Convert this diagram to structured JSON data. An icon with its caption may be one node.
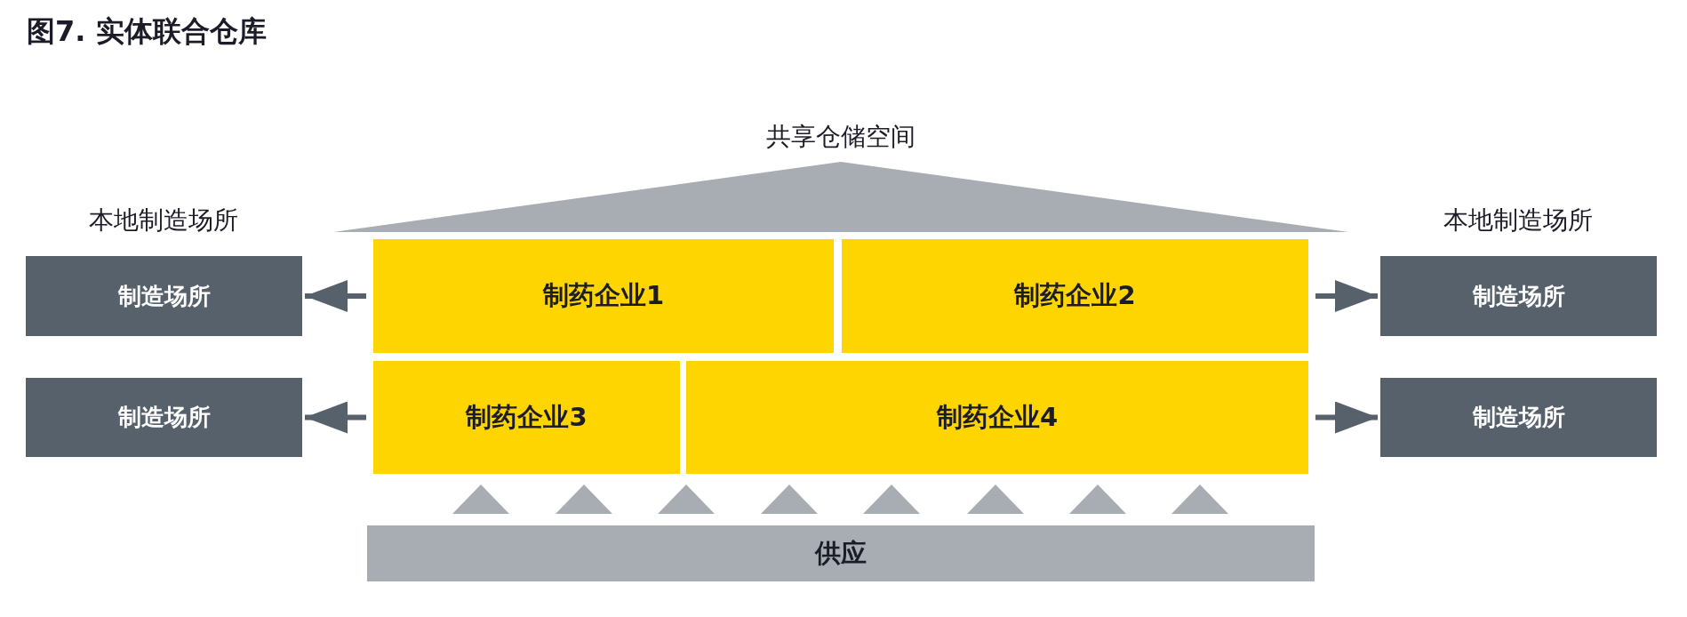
{
  "diagram": {
    "title": "图7. 实体联合仓库",
    "nodes": [
      {
        "text": [
          "共享仓储空间"
        ]
      },
      {
        "text": [
          "制造场所"
        ]
      },
      {
        "text": [
          "制药企业1"
        ]
      },
      {
        "text": [
          "制药企业2"
        ]
      },
      {
        "text": [
          "制造场所"
        ]
      },
      {
        "text": [
          "制造场所"
        ]
      },
      {
        "text": [
          "制药企业3"
        ]
      },
      {
        "text": [
          "制药企业4"
        ]
      },
      {
        "text": [
          "制造场所"
        ]
      },
      {
        "text": [
          "供应"
        ]
      }
    ],
    "edges": [
      {
        "from": 2,
        "to": 1,
        "arrow": "to"
      },
      {
        "from": 3,
        "to": 4,
        "arrow": "to"
      },
      {
        "from": 6,
        "to": 5,
        "arrow": "to"
      },
      {
        "from": 7,
        "to": 8,
        "arrow": "to"
      }
    ],
    "labels": [
      "本地制造场所",
      "本地制造场所"
    ]
  }
}
